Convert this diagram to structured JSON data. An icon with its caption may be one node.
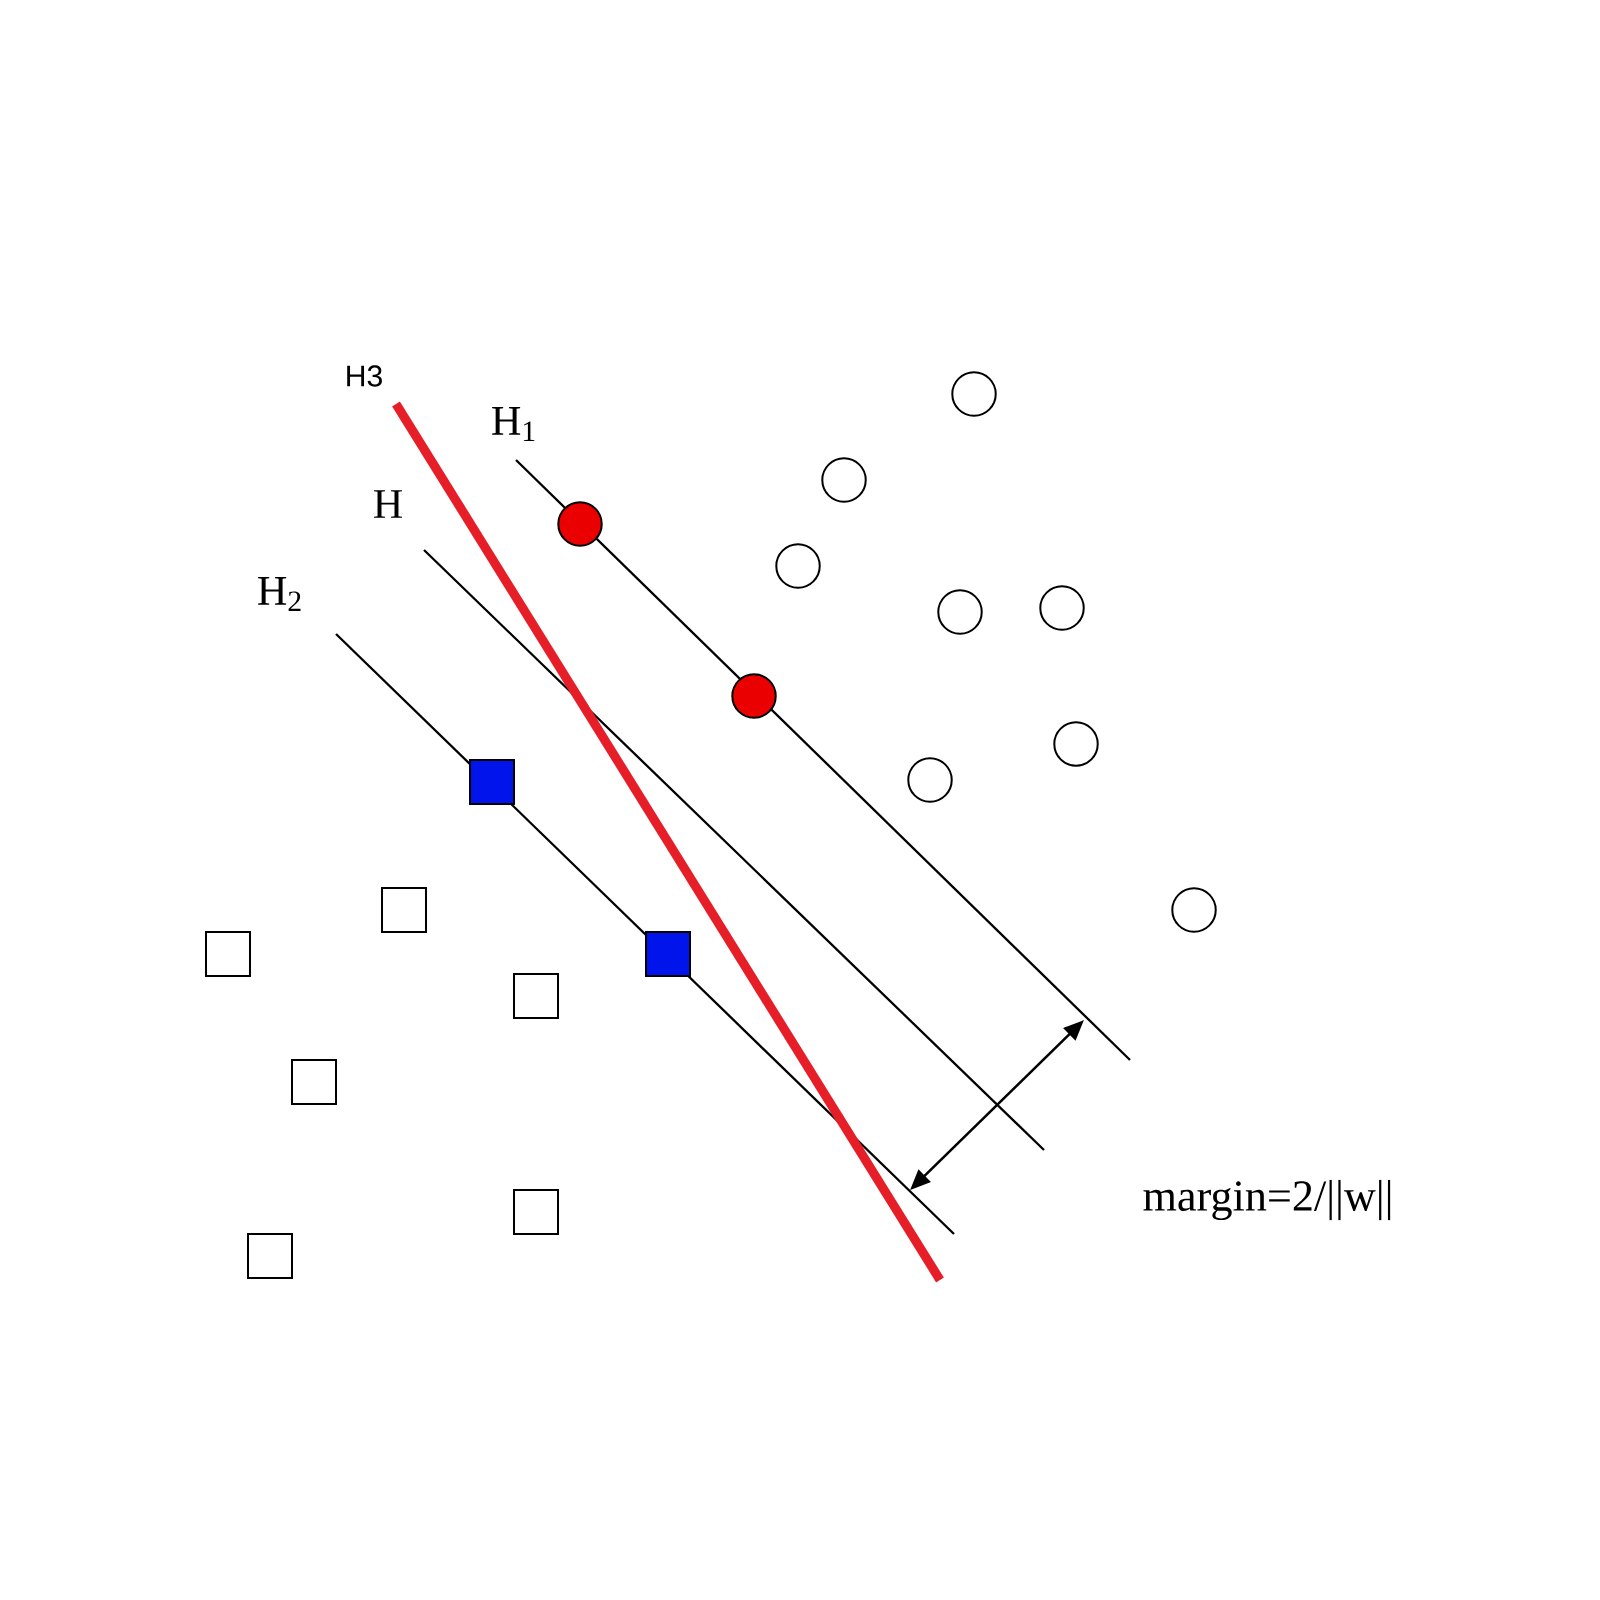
{
  "diagram": {
    "labels": [
      "H3",
      "H$_{1}$",
      "H",
      "H$_{2}$",
      "margin=2/||w||"
    ]
  }
}
